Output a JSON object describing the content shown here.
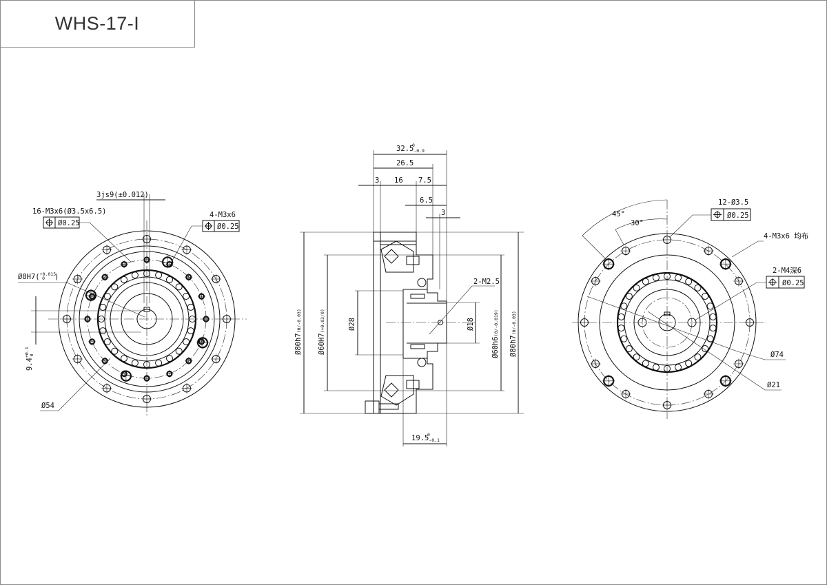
{
  "title": "WHS-17-I",
  "left_view": {
    "keyway_tol": "3js9(±0.012)",
    "holes16_label": "16-M3x6(Ø3.5x6.5)",
    "holes16_fcf": "Ø0.25",
    "holes4_label": "4-M3x6",
    "holes4_fcf": "Ø0.25",
    "bore_label": "Ø8H7",
    "bore_tol_upper": "+0.015",
    "bore_tol_lower": "0",
    "key_height": "9.4",
    "key_tol_upper": "+0.1",
    "key_tol_lower": "0",
    "pcd_label": "Ø54"
  },
  "side_view": {
    "overall_len": "32.5",
    "overall_tol_upper": "0",
    "overall_tol_lower": "-0.9",
    "len_26_5": "26.5",
    "len_3": "3",
    "len_16": "16",
    "len_7_5": "7.5",
    "len_6_5": "6.5",
    "len_3b": "3",
    "thread_label": "2-M2.5",
    "d80_left": "Ø80h7",
    "d80_left_tol": "(0/-0.03)",
    "d60_left": "Ø60H7",
    "d60_left_tol": "(+0.03/0)",
    "d28": "Ø28",
    "d18": "Ø18",
    "d60_right": "Ø60h6",
    "d60_right_tol": "(0/-0.019)",
    "d80_right": "Ø80h7",
    "d80_right_tol": "(0/-0.03)",
    "len_19_5": "19.5",
    "len_19_5_tol_upper": "0",
    "len_19_5_tol_lower": "-0.1"
  },
  "right_view": {
    "angle_45": "45°",
    "angle_30": "30°",
    "holes12_label": "12-Ø3.5",
    "holes12_fcf": "Ø0.25",
    "holes4_label": "4-M3x6 均布",
    "holes2_label": "2-M4深6",
    "holes2_fcf": "Ø0.25",
    "d74": "Ø74",
    "d21": "Ø21"
  },
  "fcf_symbol": "position-icon"
}
